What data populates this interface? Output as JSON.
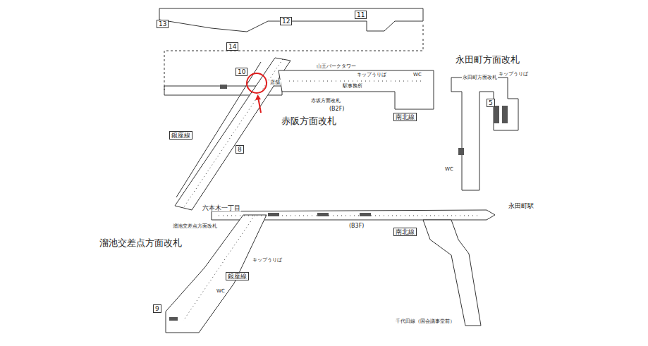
{
  "diagram": {
    "nodes": [
      {
        "text": [
          "13"
        ]
      },
      {
        "text": [
          "12"
        ]
      },
      {
        "text": [
          "11"
        ]
      },
      {
        "text": [
          "14"
        ]
      },
      {
        "text": [
          "10"
        ]
      },
      {
        "text": [
          "8"
        ]
      },
      {
        "text": [
          "銀座線"
        ]
      },
      {
        "text": [
          "南北線"
        ]
      },
      {
        "text": [
          "5"
        ]
      },
      {
        "text": [
          "南北線"
        ]
      },
      {
        "text": [
          "銀座線"
        ]
      },
      {
        "text": [
          "9"
        ]
      }
    ],
    "labels": [
      "永田町方面改札",
      "赤阪方面改札",
      "溜池交差点方面改札",
      "山王パークタワー",
      "キップうりば",
      "WC",
      "店舗",
      "駅事務所",
      "赤坂方面改札",
      "(B2F)",
      "永田町方面改札",
      "キップうりば",
      "WC",
      "六本木一丁目",
      "永田町駅",
      "(B3F)",
      "溜池交差点方面改札",
      "キップうりば",
      "WC",
      "千代田線（国会議事堂前）"
    ]
  }
}
